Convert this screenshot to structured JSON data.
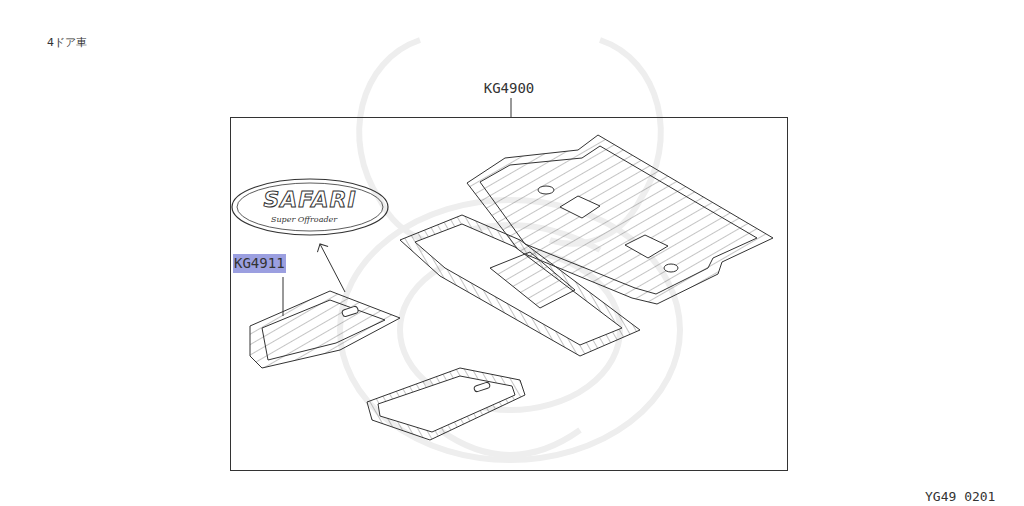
{
  "diagram": {
    "nodes": [
      {
        "text": [
          "KG4900"
        ]
      }
    ],
    "labels": [
      "4ドア車",
      "KG4911",
      "SAFARI",
      "Super Offroader",
      "YG49 0201"
    ]
  }
}
